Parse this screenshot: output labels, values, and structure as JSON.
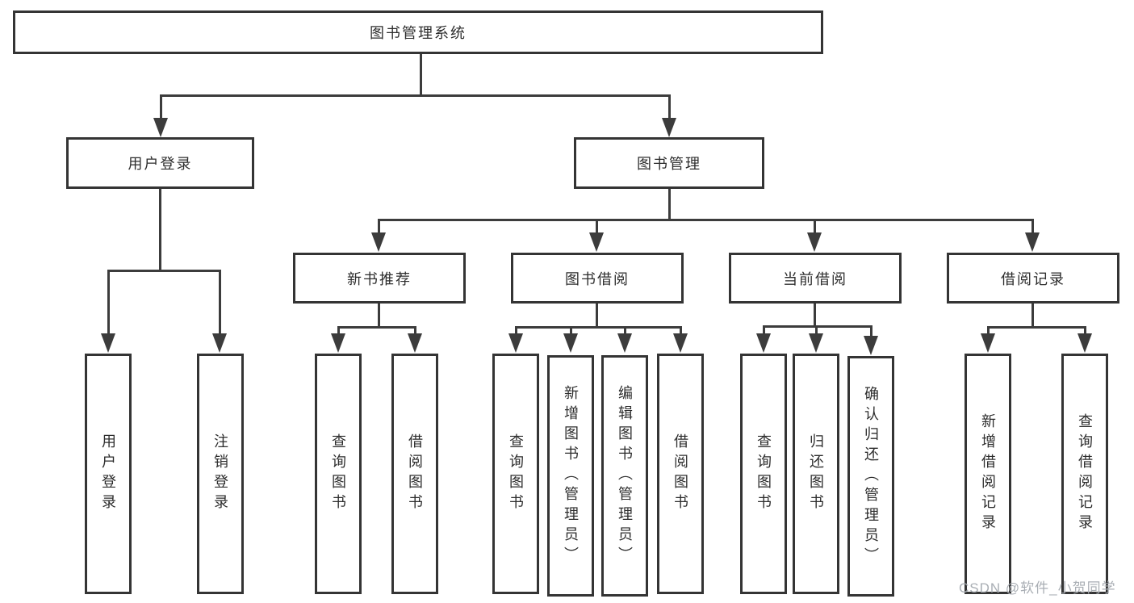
{
  "tree": {
    "root": "图书管理系统",
    "children": [
      {
        "label": "用户登录",
        "children": [
          "用户登录",
          "注销登录"
        ]
      },
      {
        "label": "图书管理",
        "children": [
          {
            "label": "新书推荐",
            "children": [
              "查询图书",
              "借阅图书"
            ]
          },
          {
            "label": "图书借阅",
            "children": [
              "查询图书",
              "新增图书（管理员）",
              "编辑图书（管理员）",
              "借阅图书"
            ]
          },
          {
            "label": "当前借阅",
            "children": [
              "查询图书",
              "归还图书",
              "确认归还（管理员）"
            ]
          },
          {
            "label": "借阅记录",
            "children": [
              "新增借阅记录",
              "查询借阅记录"
            ]
          }
        ]
      }
    ]
  },
  "watermark": {
    "text": "CSDN @软件_小贺同学"
  },
  "colors": {
    "line": "#3c3c3c",
    "box_border": "#343434",
    "text": "#2d2d2d",
    "watermark": "#a9aeb4",
    "background": "#ffffff"
  }
}
